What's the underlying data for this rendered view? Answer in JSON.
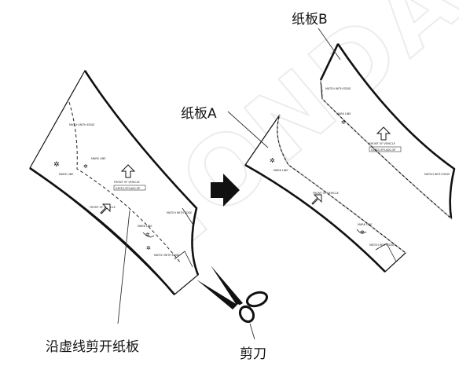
{
  "watermark": "HONDA",
  "labels": {
    "board_b": "纸板B",
    "board_a": "纸板A",
    "cut_along_line": "沿虚线剪开纸板",
    "scissors": "剪刀"
  },
  "pattern_text": {
    "front_of_vehicle": "FRONT OF VEHICLE",
    "part_id": "03P33-3YY-A00-3P",
    "match_with_edge": "MATCH WITH EDGE",
    "mark_line": "MARK LINE"
  },
  "colors": {
    "line": "#111111",
    "arrow": "#111111",
    "faint_dash": "#bdbdbd"
  },
  "icons": [
    "right-arrow-icon",
    "scissors-icon",
    "up-arrow-icon"
  ]
}
